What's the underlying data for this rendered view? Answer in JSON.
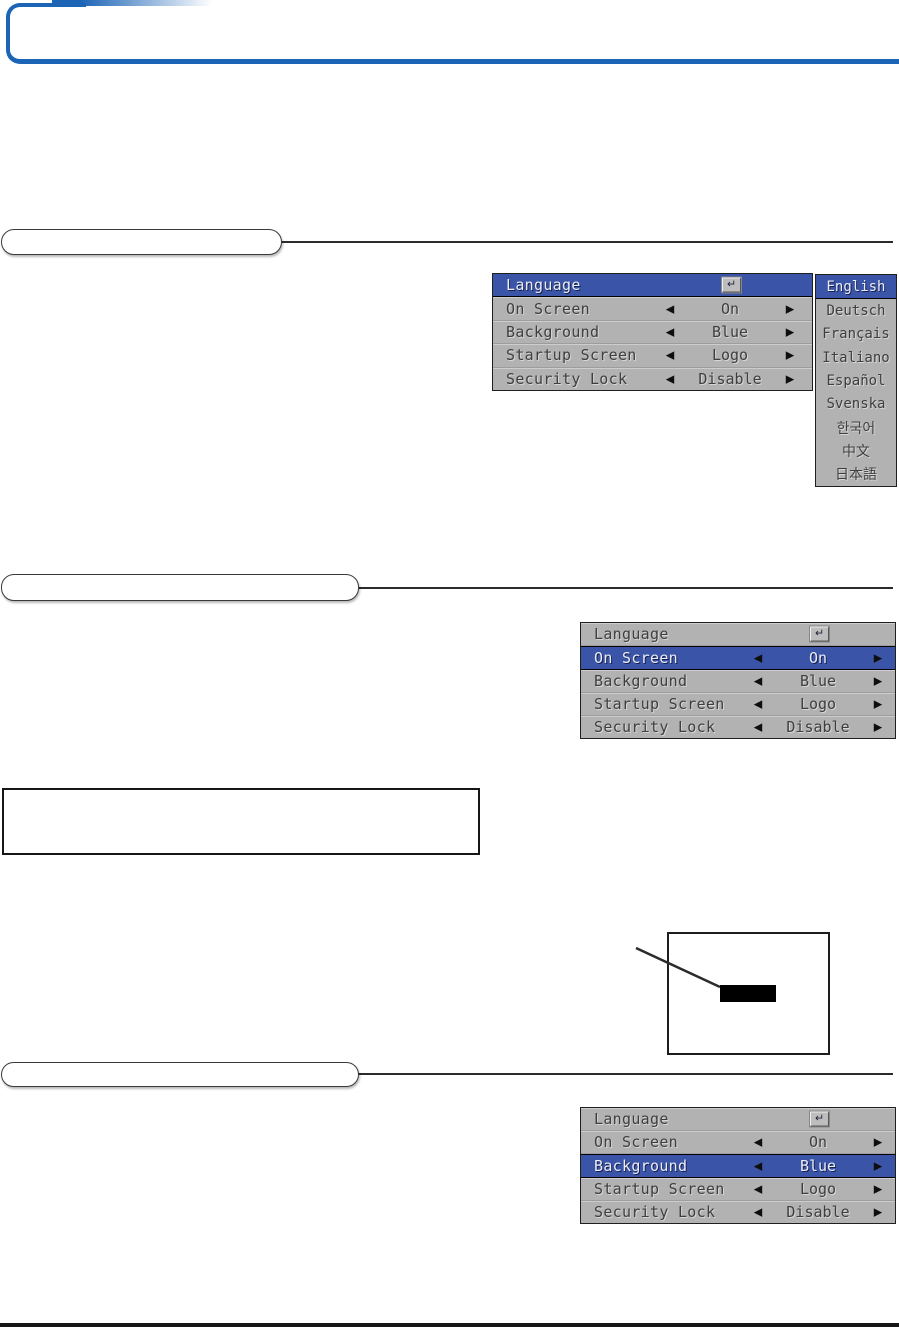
{
  "icons": {
    "enter": "↵",
    "arrow_left": "◀",
    "arrow_right": "▶"
  },
  "colors": {
    "header_accent_blue": "#1c64b6",
    "osd_background_gray": "#b2b2b2",
    "osd_highlight_blue": "#3a55a8"
  },
  "menus": [
    {
      "selected": "Language",
      "rows": [
        {
          "label": "Language",
          "value": ""
        },
        {
          "label": "On Screen",
          "value": "On"
        },
        {
          "label": "Background",
          "value": "Blue"
        },
        {
          "label": "Startup Screen",
          "value": "Logo"
        },
        {
          "label": "Security Lock",
          "value": "Disable"
        }
      ]
    },
    {
      "selected": "On Screen",
      "rows": [
        {
          "label": "Language",
          "value": ""
        },
        {
          "label": "On Screen",
          "value": "On"
        },
        {
          "label": "Background",
          "value": "Blue"
        },
        {
          "label": "Startup Screen",
          "value": "Logo"
        },
        {
          "label": "Security Lock",
          "value": "Disable"
        }
      ]
    },
    {
      "selected": "Background",
      "rows": [
        {
          "label": "Language",
          "value": ""
        },
        {
          "label": "On Screen",
          "value": "On"
        },
        {
          "label": "Background",
          "value": "Blue"
        },
        {
          "label": "Startup Screen",
          "value": "Logo"
        },
        {
          "label": "Security Lock",
          "value": "Disable"
        }
      ]
    }
  ],
  "language_list": {
    "selected": "English",
    "items": [
      "English",
      "Deutsch",
      "Français",
      "Italiano",
      "Español",
      "Svenska",
      "한국어",
      "中文",
      "日本語"
    ]
  }
}
